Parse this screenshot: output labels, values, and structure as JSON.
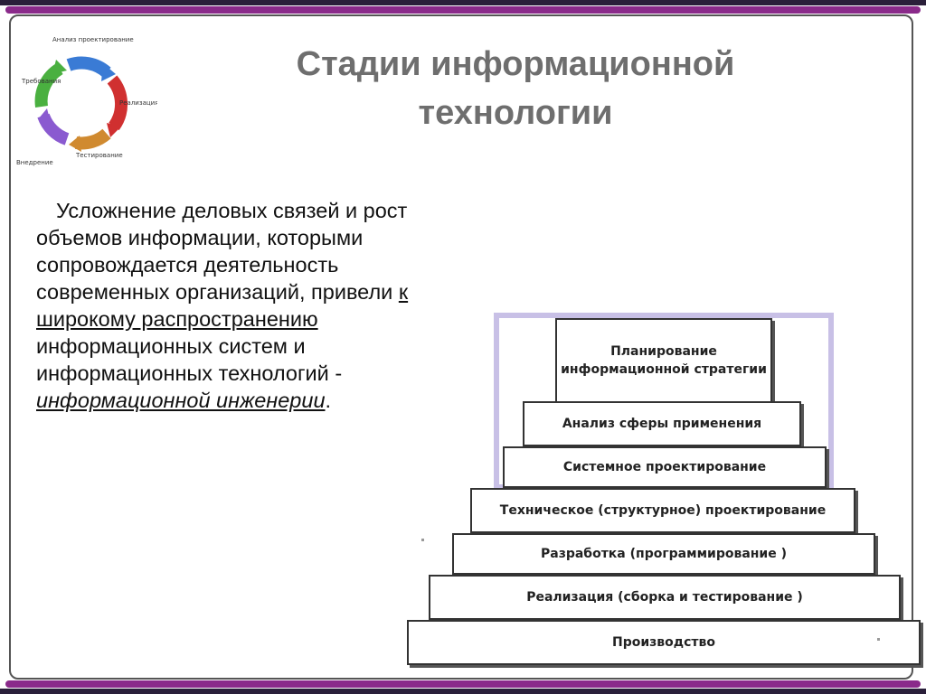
{
  "slide": {
    "title": "Стадии информационной технологии",
    "paragraph": {
      "part1": "Усложнение деловых связей и рост объемов информации, которыми сопровождается деятельность современных организаций, привели ",
      "link": "к широкому распространению",
      "part2": " информационных систем и информационных технологий - ",
      "emphasis": "информационной инженерии",
      "end": "."
    }
  },
  "cycle_icon": {
    "labels": [
      "Анализ проектирование",
      "Требования",
      "Реализация",
      "Тестирование",
      "Внедрение"
    ],
    "colors": [
      "#3a7bd5",
      "#d03030",
      "#d08a30",
      "#8a5ad0",
      "#4ab040"
    ]
  },
  "stages": [
    {
      "label": "Планирование информационной стратегии"
    },
    {
      "label": "Анализ сферы применения"
    },
    {
      "label": "Системное проектирование"
    },
    {
      "label": "Техническое (структурное) проектирование"
    },
    {
      "label": "Разработка (программирование )"
    },
    {
      "label": "Реализация (сборка и тестирование )"
    },
    {
      "label": "Производство"
    }
  ]
}
